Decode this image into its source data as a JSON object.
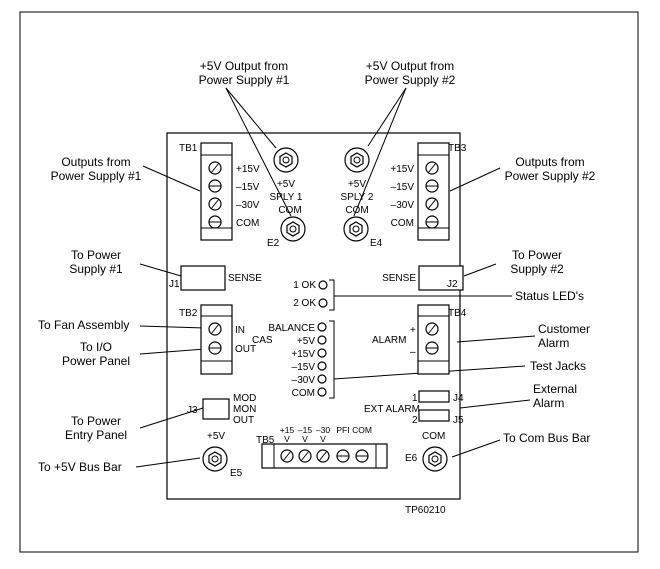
{
  "callouts": {
    "out_ps1_title": "+5V Output from",
    "out_ps1_sub": "Power Supply #1",
    "out_ps2_title": "+5V Output from",
    "out_ps2_sub": "Power Supply #2",
    "left_outputs_1": "Outputs from",
    "left_outputs_2": "Power Supply #1",
    "right_outputs_1": "Outputs from",
    "right_outputs_2": "Power Supply #2",
    "to_power_supply1_1": "To Power",
    "to_power_supply1_2": "Supply #1",
    "to_power_supply2_1": "To Power",
    "to_power_supply2_2": "Supply #2",
    "to_fan": "To Fan Assembly",
    "to_io_1": "To I/O",
    "to_io_2": "Power Panel",
    "status_leds": "Status LED's",
    "customer_alarm_1": "Customer",
    "customer_alarm_2": "Alarm",
    "test_jacks": "Test Jacks",
    "external_alarm_1": "External",
    "external_alarm_2": "Alarm",
    "to_power_entry_1": "To Power",
    "to_power_entry_2": "Entry Panel",
    "to_5v_bus": "To +5V Bus Bar",
    "to_com_bus": "To Com Bus Bar"
  },
  "board": {
    "tb1": {
      "name": "TB1",
      "rows": [
        "+15V",
        "–15V",
        "–30V",
        "COM"
      ]
    },
    "tb3": {
      "name": "TB3",
      "rows": [
        "+15V",
        "–15V",
        "–30V",
        "COM"
      ]
    },
    "post_ps1": {
      "volt": "+5V",
      "name": "SPLY 1"
    },
    "post_ps2": {
      "volt": "+5V",
      "name": "SPLY 2"
    },
    "com_left": {
      "label": "COM",
      "id": "E2"
    },
    "com_right": {
      "label": "COM",
      "id": "E4"
    },
    "j1": {
      "id": "J1",
      "label": "SENSE"
    },
    "j2": {
      "id": "J2",
      "label": "SENSE"
    },
    "leds": [
      "1 OK",
      "2 OK"
    ],
    "tb2": {
      "name": "TB2",
      "rows": [
        "IN",
        "OUT"
      ],
      "side": "CAS"
    },
    "tb4": {
      "name": "TB4",
      "label": "ALARM",
      "plus": "+",
      "minus": "–"
    },
    "jacks": [
      "BALANCE",
      "+5V",
      "+15V",
      "–15V",
      "–30V",
      "COM"
    ],
    "j3": {
      "id": "J3",
      "lines": [
        "MOD",
        "MON",
        "OUT"
      ]
    },
    "ext_alarm": {
      "label": "EXT ALARM",
      "pin1": "1",
      "pin2": "2",
      "j4": "J4",
      "j5": "J5"
    },
    "e5": {
      "volt": "+5V",
      "id": "E5"
    },
    "e6": {
      "label": "COM",
      "id": "E6"
    },
    "tb5": {
      "name": "TB5",
      "cols": [
        "+15",
        "–15",
        "–30",
        "PFI",
        "COM"
      ],
      "vmark": "V"
    }
  },
  "figure_id": "TP60210"
}
